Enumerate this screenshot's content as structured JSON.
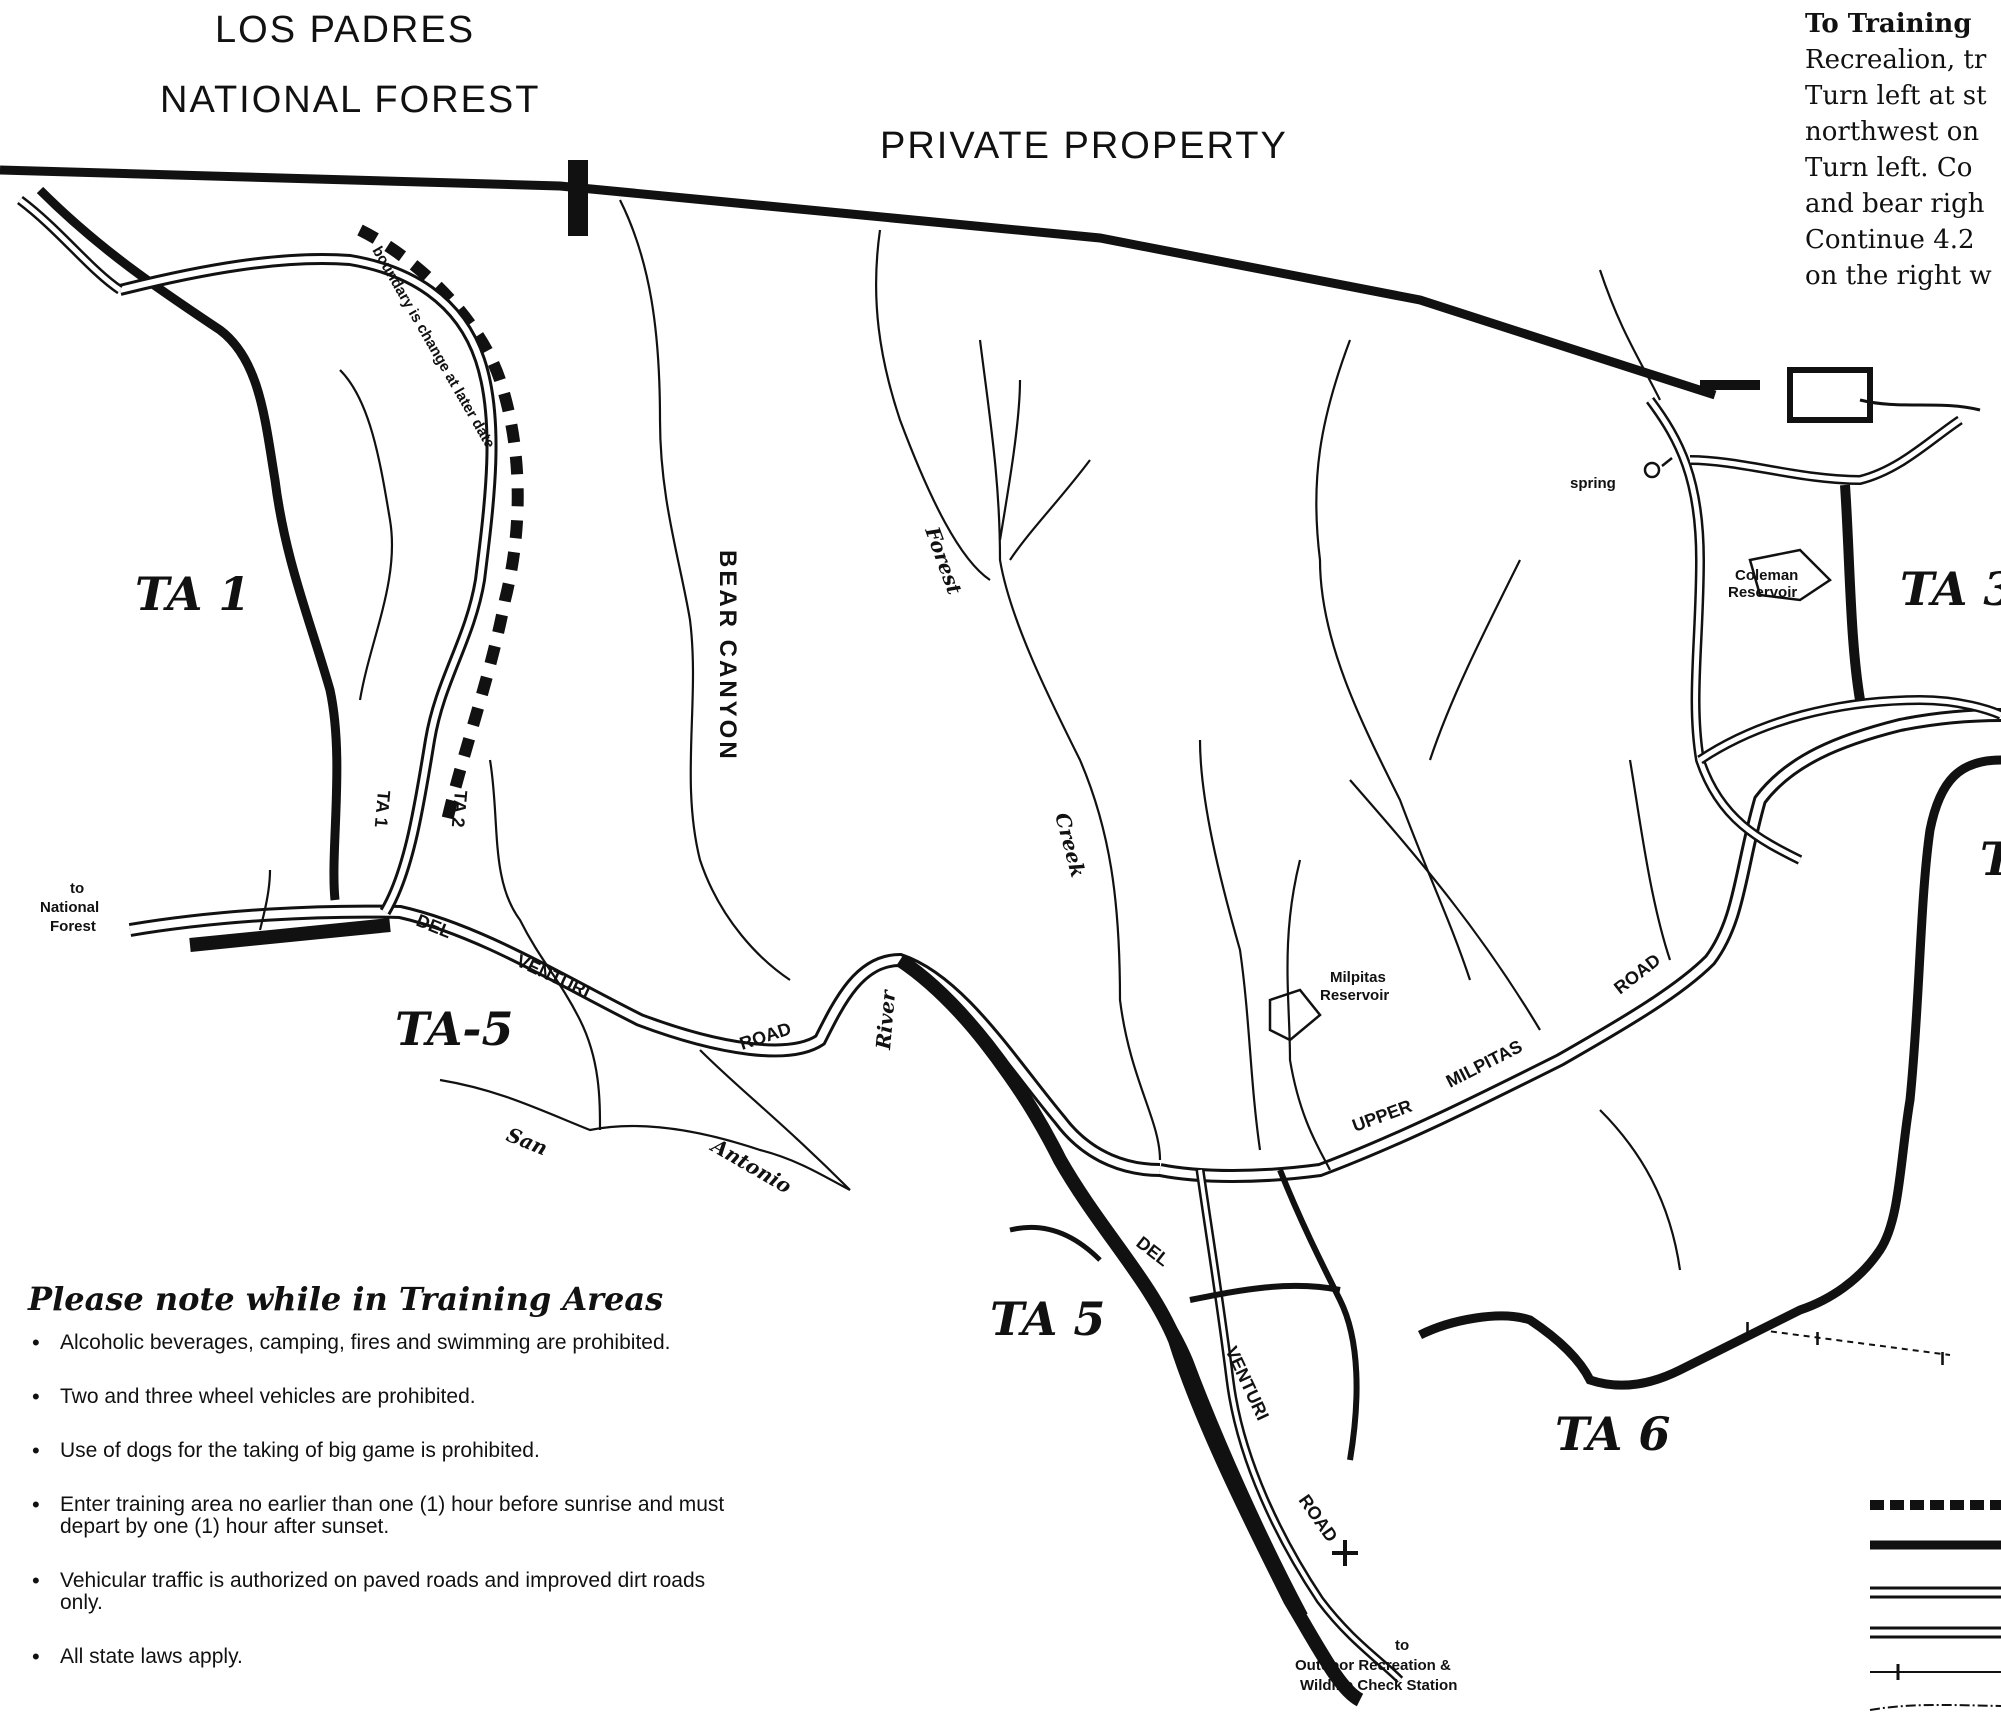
{
  "header": {
    "forest_line1": "LOS PADRES",
    "forest_line2": "NATIONAL FOREST",
    "private_property": "PRIVATE PROPERTY"
  },
  "directions": {
    "heading": "To Training",
    "lines": [
      "Recrealion, tr",
      "Turn left at st",
      "northwest on",
      "Turn left.  Co",
      "and bear righ",
      "Continue 4.2",
      "on the right w"
    ]
  },
  "training_areas": {
    "ta1": "TA 1",
    "ta3": "TA 3",
    "ta5_dash": "TA-5",
    "ta5": "TA 5",
    "ta6": "TA 6",
    "ta_partial": "T",
    "ta1_small": "TA 1",
    "ta2_small": "TA 2"
  },
  "features": {
    "bear_canyon": "BEAR CANYON",
    "forest": "Forest",
    "creek": "Creek",
    "san": "San",
    "antonio": "Antonio",
    "river": "River",
    "spring": "spring",
    "coleman_line1": "Coleman",
    "coleman_line2": "Reservoir",
    "milpitas_line1": "Milpitas",
    "milpitas_line2": "Reservoir",
    "boundary_note": "boundary is change at later date"
  },
  "roads": {
    "del_1": "DEL",
    "venturi_1": "VENTURI",
    "road_1": "ROAD",
    "del_2": "DEL",
    "venturi_2": "VENTURI",
    "road_2": "ROAD",
    "upper": "UPPER",
    "milpitas": "MILPITAS",
    "road_3": "ROAD"
  },
  "edge_labels": {
    "to_nf_line1": "to",
    "to_nf_line2": "National",
    "to_nf_line3": "Forest",
    "to_station_line1": "to",
    "to_station_line2": "Outdoor Recreation &",
    "to_station_line3": "Wildlife Check Station",
    "gate_marker": "I"
  },
  "notes": {
    "title": "Please note while in Training Areas",
    "items": [
      "Alcoholic beverages, camping, fires and swimming are prohibited.",
      "Two and three wheel vehicles are prohibited.",
      "Use of dogs for the taking of big game is prohibited.",
      "Enter training area no earlier than one (1) hour before sunrise and must depart by one (1) hour after sunset.",
      "Vehicular traffic is authorized on paved roads and improved dirt roads only.",
      "All state laws apply."
    ]
  }
}
